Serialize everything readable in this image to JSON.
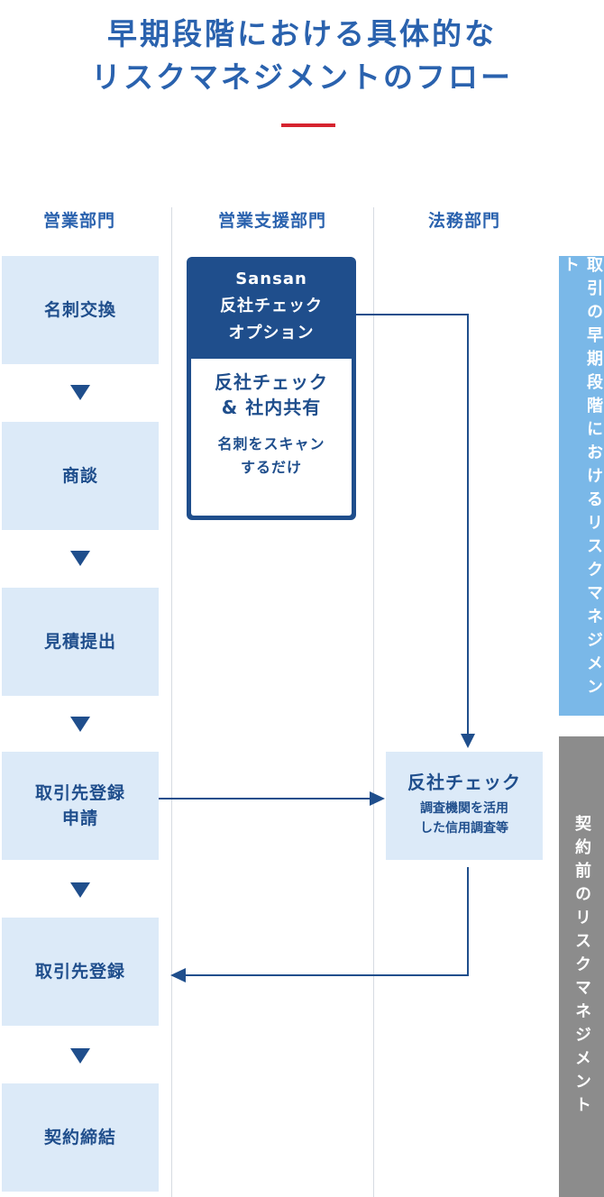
{
  "title": {
    "line1": "早期段階における具体的な",
    "line2": "リスクマネジメントのフロー"
  },
  "columns": [
    "営業部門",
    "営業支援部門",
    "法務部門"
  ],
  "sales_steps": [
    "名刺交換",
    "商談",
    "見積提出",
    "取引先登録\n申請",
    "取引先登録",
    "契約締結"
  ],
  "sansan_box": {
    "header": "Sansan\n反社チェック\nオプション",
    "main": "反社チェック\n& 社内共有",
    "sub": "名刺をスキャン\nするだけ"
  },
  "legal_box": {
    "main": "反社チェック",
    "sub": "調査機関を活用\nした信用調査等"
  },
  "side_labels": {
    "early": "取引の早期段階におけるリスクマネジメント",
    "pre_contract": "契約前のリスクマネジメント"
  },
  "colors": {
    "title": "#2a62ae",
    "accent_rule": "#d6232f",
    "dark_blue": "#1f4e8c",
    "light_blue_box": "#dceaf8",
    "side_early": "#7ab8e8",
    "side_pre_contract": "#8c8c8c"
  },
  "icons": [
    "down-triangle-icon",
    "arrow-right-icon",
    "arrow-left-icon",
    "arrow-down-icon"
  ]
}
